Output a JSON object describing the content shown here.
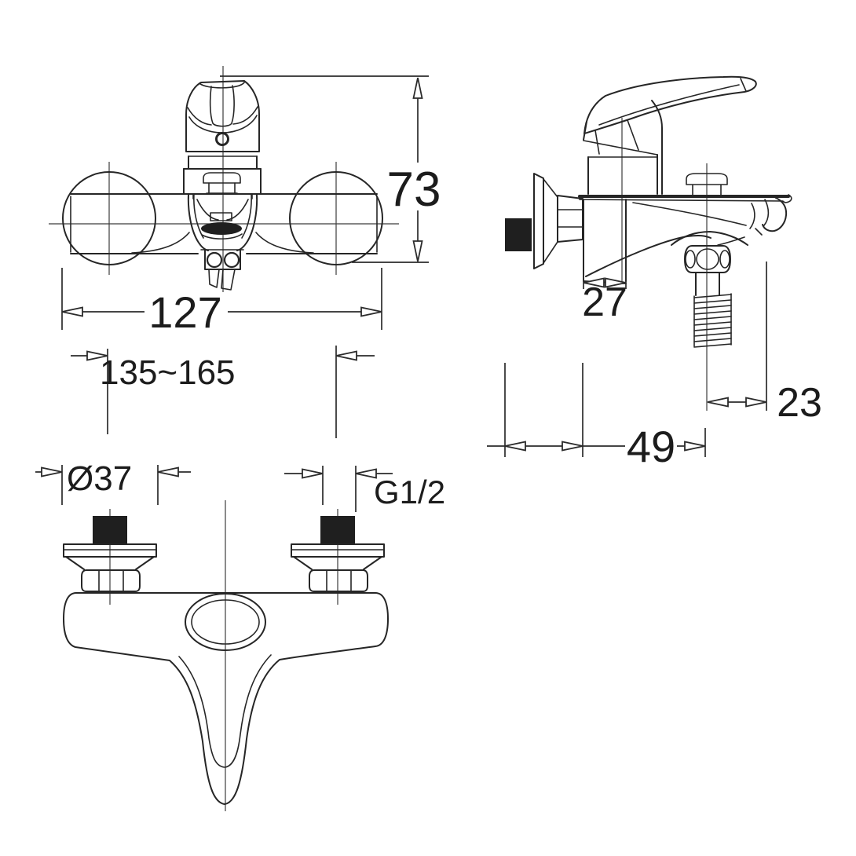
{
  "colors": {
    "background": "#ffffff",
    "line": "#262626",
    "text": "#1c1c1c"
  },
  "drawing": {
    "subject": "wall-mounted single-lever bath and shower mixer faucet, three-view dimension drawing"
  },
  "dims": {
    "height": {
      "label": "73"
    },
    "width": {
      "label": "127"
    },
    "mounting_centers": {
      "label": "135~165"
    },
    "body_depth": {
      "label": "27"
    },
    "wall_offset": {
      "label": "49"
    },
    "spout_offset": {
      "label": "23"
    },
    "flange_diameter": {
      "label": "Ø37"
    },
    "thread_size": {
      "label": "G1/2"
    }
  }
}
